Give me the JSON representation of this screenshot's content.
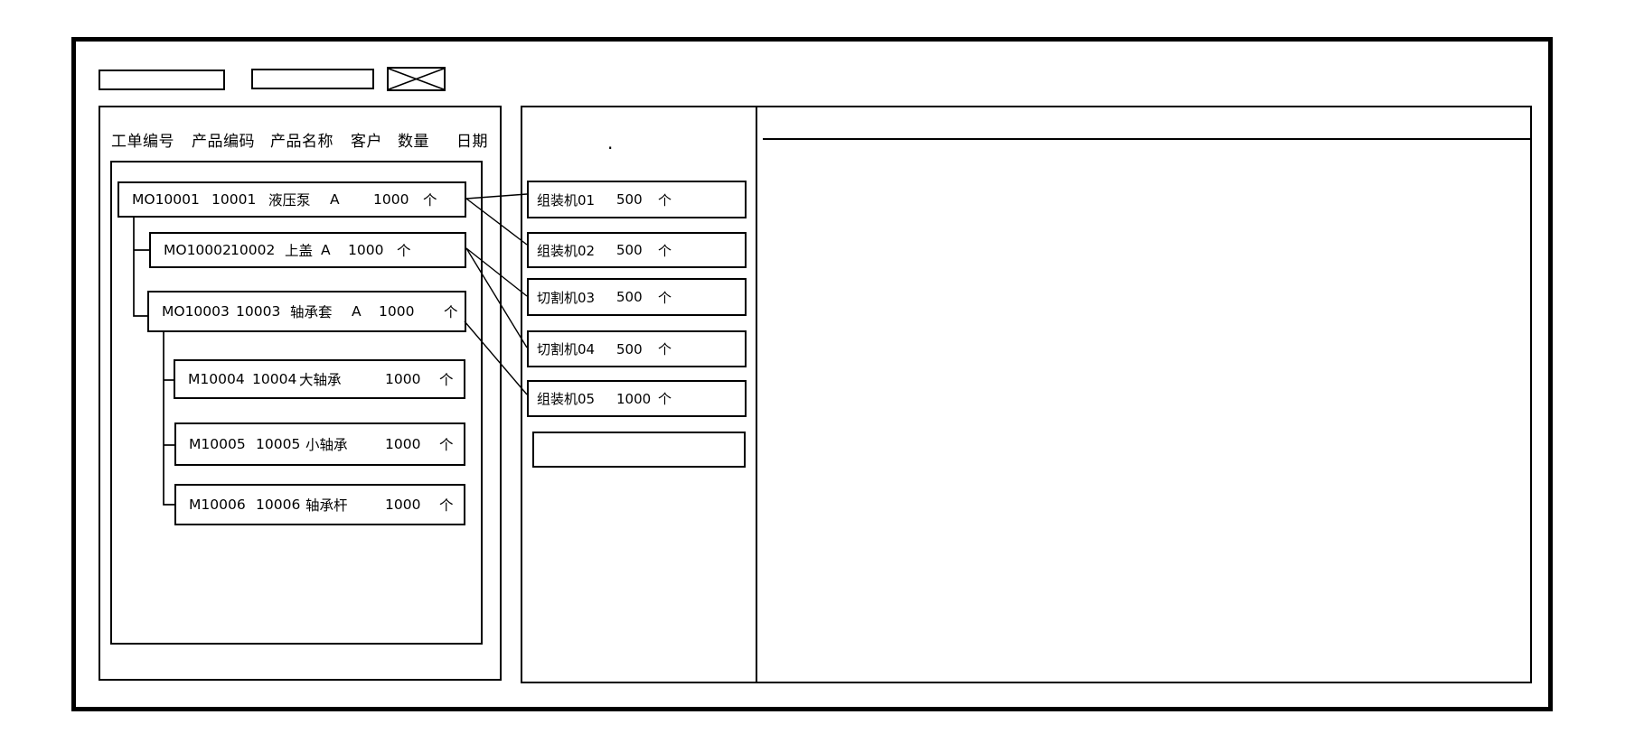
{
  "toolbar": {
    "field1_value": "",
    "field2_value": ""
  },
  "orders_panel": {
    "columns": [
      "工单编号",
      "产品编码",
      "产品名称",
      "客户",
      "数量",
      "日期"
    ],
    "rows": [
      {
        "order_no": "MO10001",
        "product_code": "10001",
        "product_name": "液压泵",
        "customer": "A",
        "qty": "1000",
        "unit": "个"
      },
      {
        "order_no": "MO10002",
        "product_code": "10002",
        "product_name": "上盖",
        "customer": "A",
        "qty": "1000",
        "unit": "个"
      },
      {
        "order_no": "MO10003",
        "product_code": "10003",
        "product_name": "轴承套",
        "customer": "A",
        "qty": "1000",
        "unit": "个"
      },
      {
        "order_no": "M10004",
        "product_code": "10004",
        "product_name": "大轴承",
        "qty": "1000",
        "unit": "个"
      },
      {
        "order_no": "M10005",
        "product_code": "10005",
        "product_name": "小轴承",
        "qty": "1000",
        "unit": "个"
      },
      {
        "order_no": "M10006",
        "product_code": "10006",
        "product_name": "轴承杆",
        "qty": "1000",
        "unit": "个"
      }
    ]
  },
  "machines_panel": {
    "note_dot": ".",
    "items": [
      {
        "name": "组装机01",
        "qty": "500",
        "unit": "个"
      },
      {
        "name": "组装机02",
        "qty": "500",
        "unit": "个"
      },
      {
        "name": "切割机03",
        "qty": "500",
        "unit": "个"
      },
      {
        "name": "切割机04",
        "qty": "500",
        "unit": "个"
      },
      {
        "name": "组装机05",
        "qty": "1000",
        "unit": "个"
      }
    ],
    "empty_slot_value": ""
  },
  "detail_panel": {
    "content": ""
  }
}
